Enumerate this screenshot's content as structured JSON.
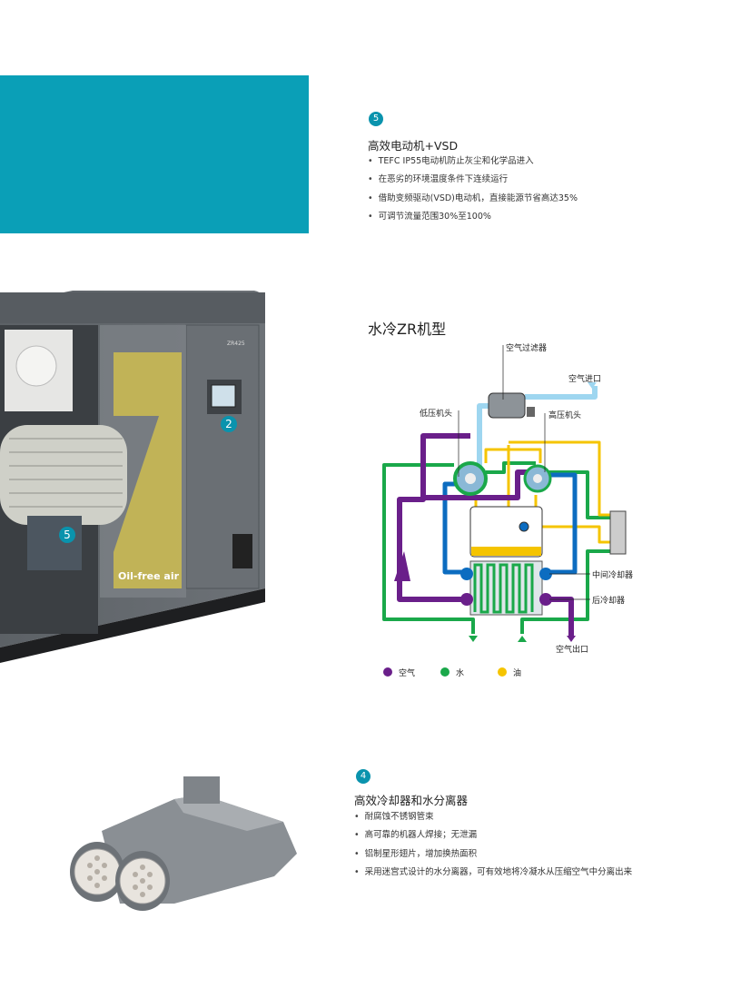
{
  "section_motor": {
    "badge": "5",
    "title": "高效电动机+VSD",
    "bullets": [
      "TEFC IP55电动机防止灰尘和化学品进入",
      "在恶劣的环境温度条件下连续运行",
      "借助变频驱动(VSD)电动机，直接能源节省高达35%",
      "可调节流量范围30%至100%"
    ]
  },
  "machine_image": {
    "model_label": "ZR425",
    "logo_text": "Oil-free air",
    "badges": [
      "2",
      "5"
    ]
  },
  "diagram": {
    "title": "水冷ZR机型",
    "labels": {
      "air_filter": "空气过滤器",
      "air_inlet": "空气进口",
      "low_pressure_element": "低压机头",
      "high_pressure_element": "高压机头",
      "intercooler": "中间冷却器",
      "aftercooler": "后冷却器",
      "air_outlet": "空气出口"
    },
    "legend": [
      {
        "label": "空气",
        "color": "#6a1f8a"
      },
      {
        "label": "水",
        "color": "#1aa84a"
      },
      {
        "label": "油",
        "color": "#f5c400"
      }
    ],
    "colors": {
      "air_in": "#9ed6f0",
      "cooling": "#0c6cc0"
    }
  },
  "section_cooler": {
    "badge": "4",
    "title": "高效冷却器和水分离器",
    "bullets": [
      "耐腐蚀不锈钢管束",
      "高可靠的机器人焊接；无泄漏",
      "铝制星形翅片，增加换热面积",
      "采用迷宫式设计的水分离器，可有效地将冷凝水从压缩空气中分离出来"
    ]
  }
}
